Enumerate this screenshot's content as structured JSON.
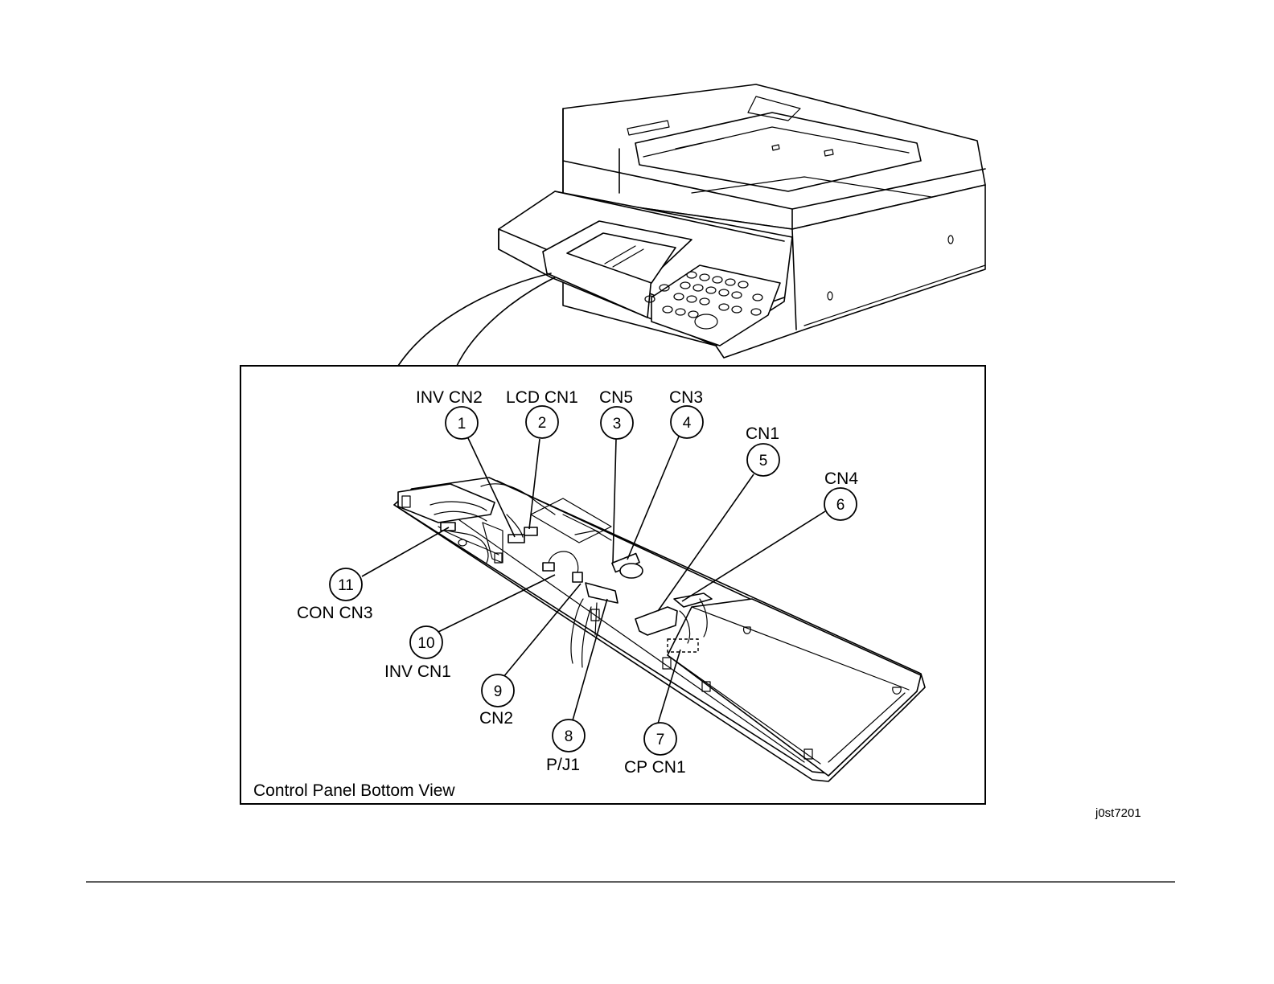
{
  "caption": "Control Panel Bottom View",
  "figure_ref": "j0st7201",
  "callouts": [
    {
      "number": "1",
      "label": "INV CN2"
    },
    {
      "number": "2",
      "label": "LCD CN1"
    },
    {
      "number": "3",
      "label": "CN5"
    },
    {
      "number": "4",
      "label": "CN3"
    },
    {
      "number": "5",
      "label": "CN1"
    },
    {
      "number": "6",
      "label": "CN4"
    },
    {
      "number": "7",
      "label": "CP CN1"
    },
    {
      "number": "8",
      "label": "P/J1"
    },
    {
      "number": "9",
      "label": "CN2"
    },
    {
      "number": "10",
      "label": "INV CN1"
    },
    {
      "number": "11",
      "label": "CON CN3"
    }
  ]
}
